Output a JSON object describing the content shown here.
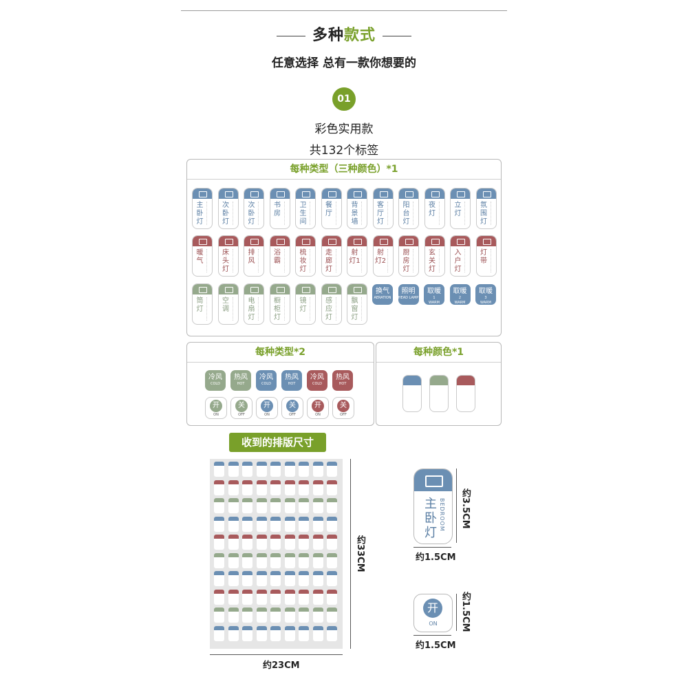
{
  "header": {
    "title_prefix": "多种",
    "title_highlight": "款式",
    "subtitle": "任意选择 总有一款你想要的"
  },
  "style": {
    "number": "01",
    "name": "彩色实用款",
    "count": "共132个标签"
  },
  "box1": {
    "title": "每种类型（三种颜色）*1",
    "row1": [
      {
        "zh": "主卧灯",
        "icon": "bed-icon"
      },
      {
        "zh": "次卧灯",
        "icon": "bed-icon"
      },
      {
        "zh": "次卧灯",
        "icon": "bed-icon"
      },
      {
        "zh": "书房",
        "icon": "desk-icon"
      },
      {
        "zh": "卫生间",
        "icon": "toilet-icon"
      },
      {
        "zh": "餐厅",
        "icon": "utensils-icon"
      },
      {
        "zh": "背景墙",
        "icon": "tv-icon"
      },
      {
        "zh": "客厅灯",
        "icon": "sofa-icon"
      },
      {
        "zh": "阳台灯",
        "icon": "balcony-icon"
      },
      {
        "zh": "夜灯",
        "icon": "night-light-icon"
      },
      {
        "zh": "立灯",
        "icon": "floor-lamp-icon"
      },
      {
        "zh": "氛围灯",
        "icon": "ambient-light-icon"
      }
    ],
    "row2": [
      {
        "zh": "暖气",
        "icon": "radiator-icon"
      },
      {
        "zh": "床头灯",
        "icon": "bedside-lamp-icon"
      },
      {
        "zh": "排风",
        "icon": "fan-icon"
      },
      {
        "zh": "浴霸",
        "icon": "bath-heater-icon"
      },
      {
        "zh": "梳妆灯",
        "icon": "mirror-icon"
      },
      {
        "zh": "走廊灯",
        "icon": "corridor-icon"
      },
      {
        "zh": "射灯1",
        "icon": "spotlight-icon"
      },
      {
        "zh": "射灯2",
        "icon": "spotlight-icon"
      },
      {
        "zh": "厨房灯",
        "icon": "kitchen-icon"
      },
      {
        "zh": "玄关灯",
        "icon": "porch-light-icon"
      },
      {
        "zh": "入户灯",
        "icon": "door-light-icon"
      },
      {
        "zh": "灯带",
        "icon": "led-strip-icon"
      }
    ],
    "row3": [
      {
        "zh": "筒灯",
        "icon": "downlight-icon"
      },
      {
        "zh": "空调",
        "icon": "air-conditioner-icon"
      },
      {
        "zh": "电扇灯",
        "icon": "fan-icon"
      },
      {
        "zh": "橱柜灯",
        "icon": "cabinet-light-icon"
      },
      {
        "zh": "镜灯",
        "icon": "mirror-icon"
      },
      {
        "zh": "感应灯",
        "icon": "sensor-light-icon"
      },
      {
        "zh": "飘窗灯",
        "icon": "window-icon"
      }
    ],
    "pills": [
      {
        "zh": "换气",
        "en": "AERATION"
      },
      {
        "zh": "照明",
        "en": "HEAD LAMP"
      },
      {
        "zh": "取暖",
        "sub": "1",
        "en": "WARM"
      },
      {
        "zh": "取暖",
        "sub": "2",
        "en": "WARM"
      },
      {
        "zh": "取暖",
        "sub": "3",
        "en": "WARM"
      }
    ]
  },
  "box2": {
    "title": "每种类型*2",
    "pills": [
      {
        "zh": "冷风",
        "en": "COLD"
      },
      {
        "zh": "热风",
        "en": "HOT"
      },
      {
        "zh": "冷风",
        "en": "COLD"
      },
      {
        "zh": "热风",
        "en": "HOT"
      },
      {
        "zh": "冷风",
        "en": "COLD"
      },
      {
        "zh": "热风",
        "en": "HOT"
      }
    ],
    "switches": [
      {
        "zh": "开",
        "en": "ON"
      },
      {
        "zh": "关",
        "en": "OFF"
      },
      {
        "zh": "开",
        "en": "ON"
      },
      {
        "zh": "关",
        "en": "OFF"
      },
      {
        "zh": "开",
        "en": "ON"
      },
      {
        "zh": "关",
        "en": "OFF"
      }
    ]
  },
  "box3": {
    "title": "每种颜色*1"
  },
  "layout_section": {
    "title": "收到的排版尺寸",
    "sheet_height": "约33CM",
    "sheet_width": "约23CM",
    "big_sticker": {
      "zh": "主卧灯",
      "en": "BEDROOM",
      "height": "约3.5CM",
      "width": "约1.5CM"
    },
    "round_sticker": {
      "zh": "开",
      "en": "ON",
      "height": "约1.5CM",
      "width": "约1.5CM"
    }
  },
  "colors": {
    "accent": "#79a02a",
    "blue": "#6b8fb3",
    "red": "#a85a5c",
    "green": "#95a98c"
  }
}
